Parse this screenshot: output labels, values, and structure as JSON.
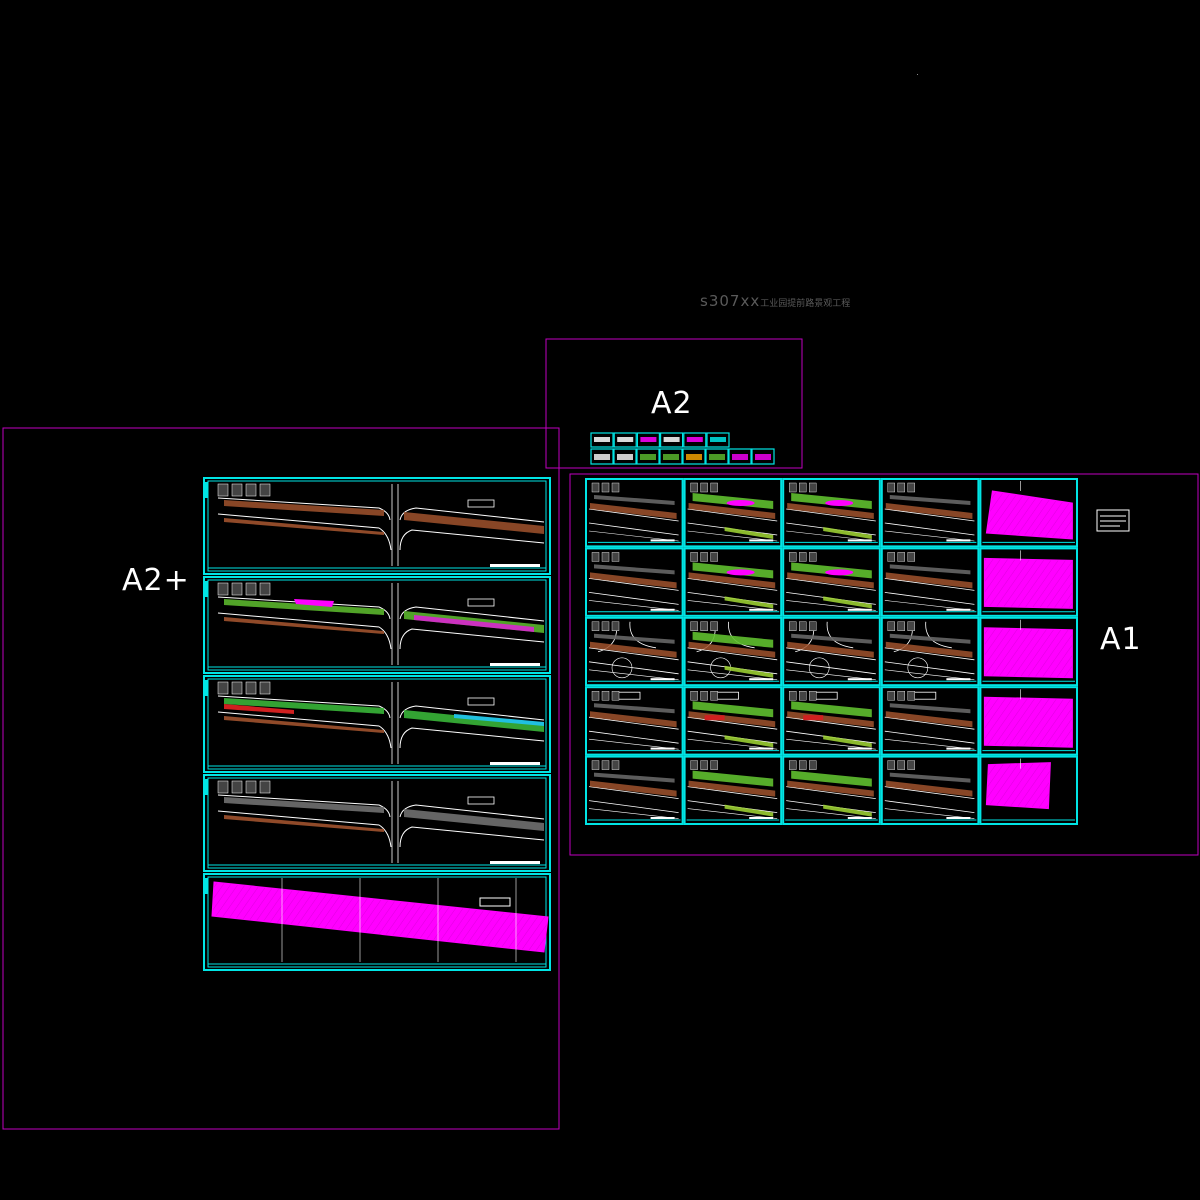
{
  "project": {
    "title": "s307xx",
    "title_cn": "工业园提前路景观工程"
  },
  "zones": {
    "a2plus": {
      "label": "A2+"
    },
    "a2": {
      "label": "A2"
    },
    "a1": {
      "label": "A1"
    }
  },
  "colors": {
    "background": "#000000",
    "zone_border": "#c000c0",
    "sheet_frame": "#00e5e5",
    "linework": "#ffffff",
    "hatch_magenta": "#ff00ff",
    "road_brown": "#a0522d",
    "planting_green": "#5fbf2f",
    "title_gray": "#5a5a5a"
  },
  "a2plus_sheets": [
    {
      "kind": "plan-brown"
    },
    {
      "kind": "plan-green"
    },
    {
      "kind": "plan-dense"
    },
    {
      "kind": "plan-gray"
    },
    {
      "kind": "plan-magenta"
    }
  ],
  "a1_grid": [
    [
      "road",
      "road-green",
      "road-green",
      "road",
      "magenta"
    ],
    [
      "band",
      "band-green",
      "band-green",
      "band",
      "magenta"
    ],
    [
      "junction",
      "junction-green",
      "junction",
      "junction",
      "magenta"
    ],
    [
      "bend",
      "bend-green",
      "bend-green",
      "bend",
      "magenta"
    ],
    [
      "tail",
      "tail-green",
      "tail-green",
      "tail",
      "magenta-small"
    ]
  ],
  "a2_thumbs": {
    "row1": [
      "sheet",
      "sheet",
      "sheet",
      "sheet",
      "sheet",
      "sheet"
    ],
    "row2": [
      "sheet",
      "sheet",
      "sheet",
      "sheet",
      "sheet",
      "sheet",
      "sheet",
      "sheet"
    ]
  },
  "legend_box": {
    "kind": "title-block"
  }
}
